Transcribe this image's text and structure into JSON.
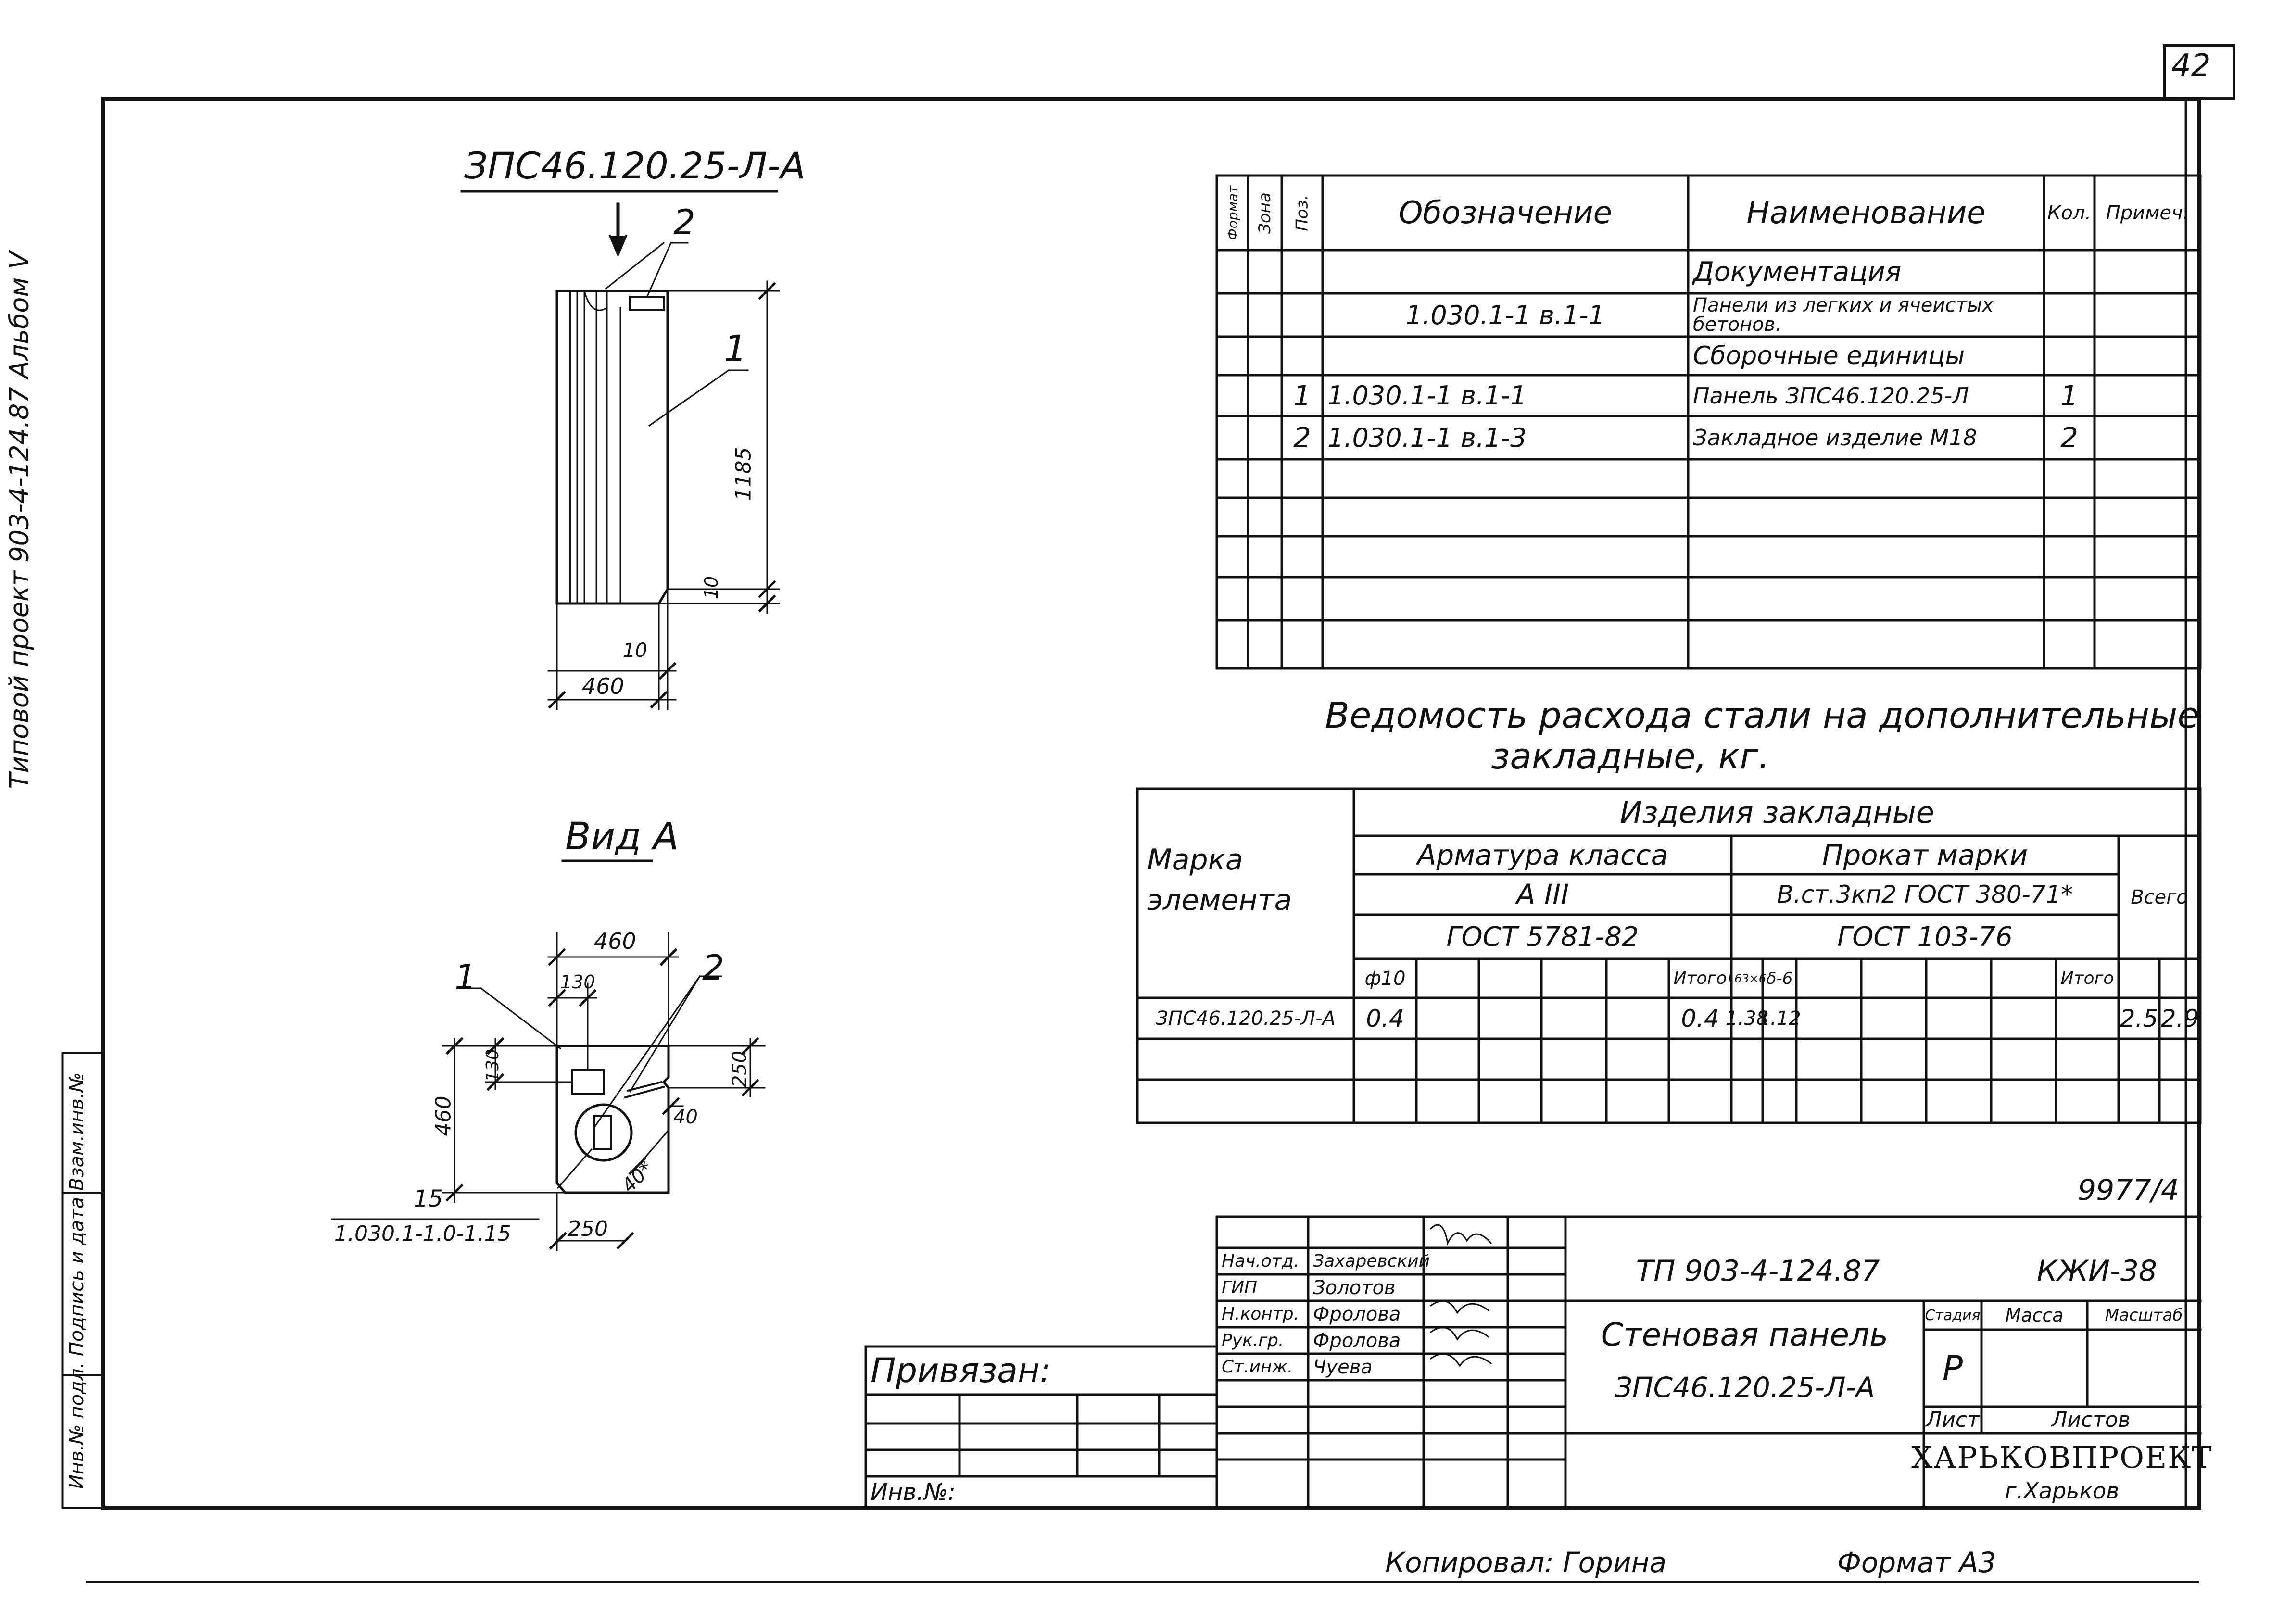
{
  "sheet": {
    "page_number": "42",
    "side_strip": "Типовой проект 903-4-124.87 Альбом V",
    "bottom_left_strip": "Инв.№ подл.  Подпись и дата  Взам.инв.№",
    "copied_by": "Копировал: Горина",
    "format": "Формат А3",
    "archive_number": "9977/4"
  },
  "drawing": {
    "title": "ЗПС46.120.25-Л-А",
    "view_title": "Вид А",
    "labels": {
      "embedded_e_top": "2",
      "pos_1_front": "1",
      "dim_height": "1185",
      "dim_10_right": "10",
      "dim_10_bottom": "10",
      "dim_width": "460",
      "view_dim_460_top": "460",
      "view_dim_130_top": "130",
      "view_dim_460_left": "460",
      "view_dim_130_left": "130",
      "view_dim_250_right": "250",
      "view_dim_40_a": "40",
      "view_dim_40_b": "40*",
      "view_dim_15": "15",
      "view_ref": "1.030.1-1.0-1.15",
      "view_dim_250_bottom": "250",
      "view_pos_1": "1",
      "view_pos_2": "2"
    }
  },
  "spec": {
    "headers": {
      "format": "Формат",
      "zone": "Зона",
      "pos": "Поз.",
      "designation": "Обозначение",
      "name": "Наименование",
      "qty": "Кол.",
      "note": "Примеч."
    },
    "rows": [
      {
        "pos": "",
        "designation": "",
        "name": "Документация",
        "qty": ""
      },
      {
        "pos": "",
        "designation": "1.030.1-1  в.1-1",
        "name": "Панели из легких и ячеистых бетонов.",
        "qty": ""
      },
      {
        "pos": "",
        "designation": "",
        "name": "Сборочные единицы",
        "qty": ""
      },
      {
        "pos": "1",
        "designation": "1.030.1-1  в.1-1",
        "name": "Панель ЗПС46.120.25-Л",
        "qty": "1"
      },
      {
        "pos": "2",
        "designation": "1.030.1-1  в.1-3",
        "name": "Закладное изделие М18",
        "qty": "2"
      }
    ]
  },
  "steel": {
    "title_line1": "Ведомость расхода стали на дополнительные",
    "title_line2": "закладные, кг.",
    "header_embedded": "Изделия закладные",
    "header_rebar": "Арматура класса",
    "header_rebar_class": "А III",
    "header_rebar_gost": "ГОСТ 5781-82",
    "header_rolled": "Прокат марки",
    "header_rolled_grade": "В.ст.3кп2 ГОСТ 380-71*",
    "header_rolled_gost": "ГОСТ 103-76",
    "header_mark": "Марка элемента",
    "header_total": "Всего",
    "col_d10": "ф10",
    "col_itogo1": "Итого",
    "col_63x6": "L63×6",
    "col_d6": "δ-6",
    "col_itogo2": "Итого",
    "row_mark": "ЗПС46.120.25-Л-А",
    "row_d10": "0.4",
    "row_itogo1": "0.4",
    "row_63x6": "1.38",
    "row_d6": "1.12",
    "row_itogo2": "2.5",
    "row_total": "2.9"
  },
  "title_block": {
    "bound": "Привязан:",
    "inv": "Инв.№:",
    "roles": [
      "Нач.отд.",
      "ГИП",
      "Н.контр.",
      "Рук.гр.",
      "Ст.инж."
    ],
    "names": [
      "Захаревский",
      "Золотов",
      "Фролова",
      "Фролова",
      "Чуева"
    ],
    "project": "ТП 903-4-124.87",
    "code": "КЖИ-38",
    "name_line1": "Стеновая панель",
    "name_line2": "ЗПС46.120.25-Л-А",
    "stage_label": "Стадия",
    "mass_label": "Масса",
    "scale_label": "Масштаб",
    "stage": "Р",
    "sheet_label": "Лист",
    "sheets_label": "Листов",
    "org": "ХАРЬКОВПРОЕКТ",
    "city": "г.Харьков"
  }
}
